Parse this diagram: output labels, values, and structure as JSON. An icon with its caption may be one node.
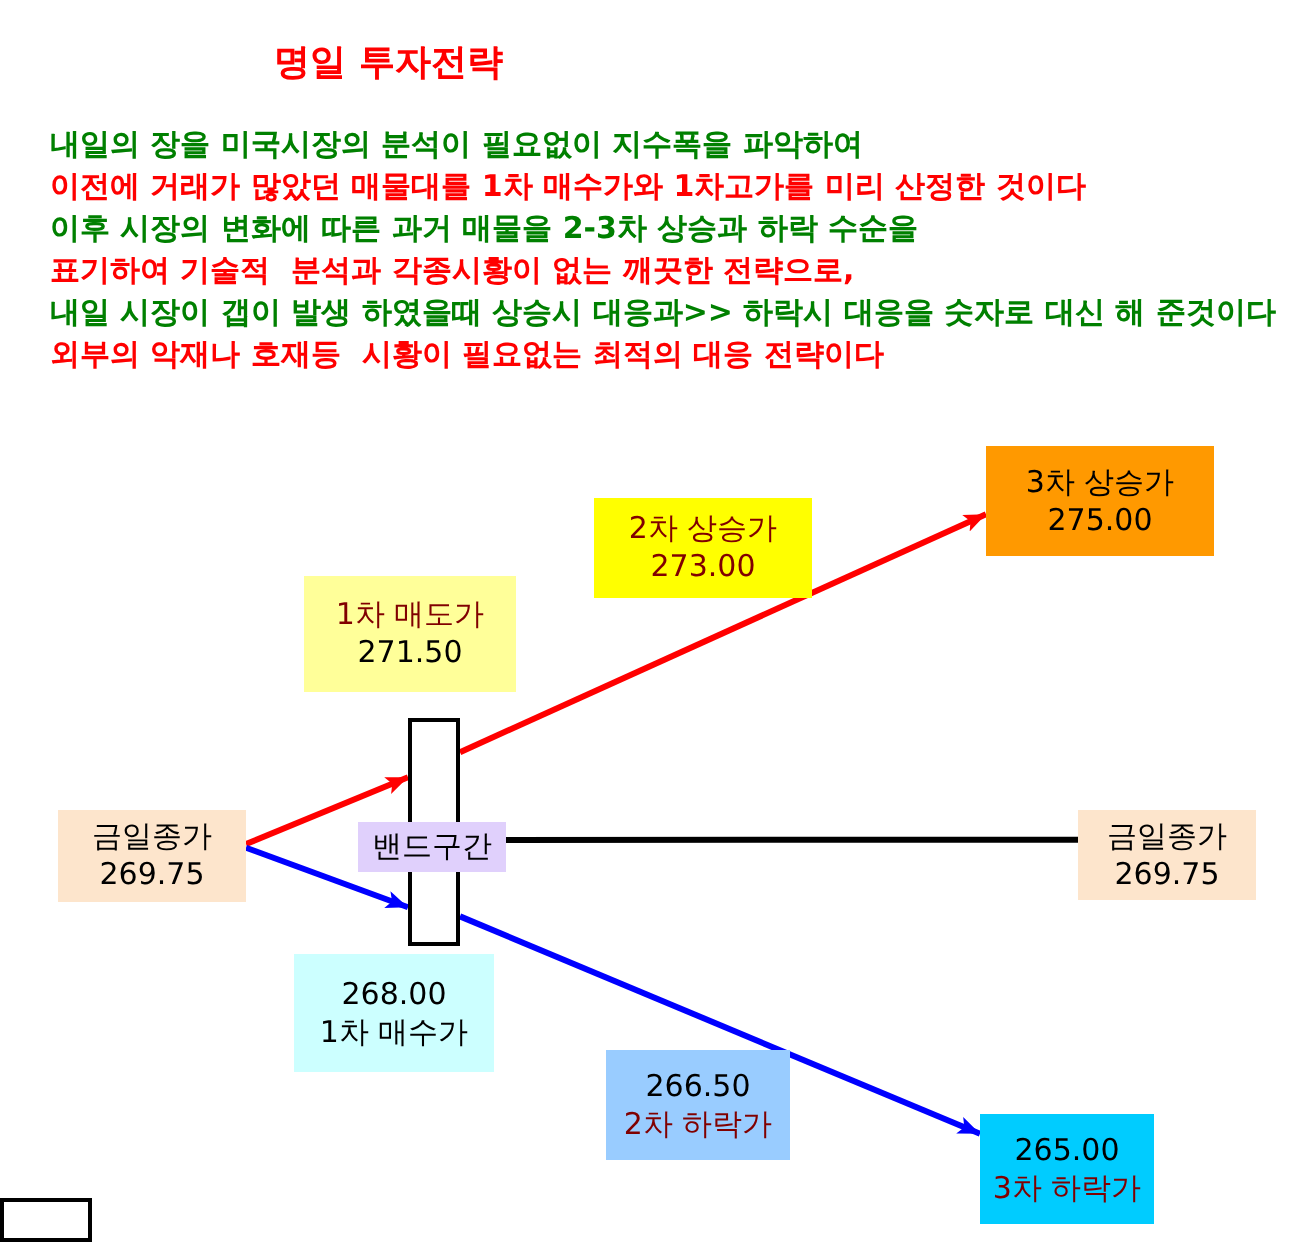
{
  "diagram": {
    "title": "명일 투자전략",
    "nodes": [
      {
        "text": [
          "3차 상승가",
          "275.00"
        ]
      },
      {
        "text": [
          "2차 상승가",
          "273.00"
        ]
      },
      {
        "text": [
          "1차 매도가",
          "271.50"
        ]
      },
      {
        "text": [],
        "shape": "box"
      },
      {
        "text": [
          "금일종가",
          "269.75"
        ]
      },
      {
        "text": [
          "밴드구간"
        ]
      },
      {
        "text": [
          "금일종가",
          "269.75"
        ]
      },
      {
        "text": [
          "268.00",
          "1차 매수가"
        ]
      },
      {
        "text": [
          "266.50",
          "2차 하락가"
        ]
      },
      {
        "text": [
          "265.00",
          "3차 하락가"
        ]
      }
    ],
    "edges": [
      {
        "from": 4,
        "to": 3,
        "arrow": "to",
        "color": "#ff0000"
      },
      {
        "from": 3,
        "to": 0,
        "arrow": "to",
        "color": "#ff0000"
      },
      {
        "from": 4,
        "to": 3,
        "arrow": "to",
        "color": "#0000ff"
      },
      {
        "from": 3,
        "to": 9,
        "arrow": "to",
        "color": "#0000ff"
      },
      {
        "from": 5,
        "to": 6,
        "arrow": "none",
        "color": "#000000"
      }
    ],
    "labels": [
      "내일의 장을 미국시장의 분석이 필요없이 지수폭을 파악하여",
      "이전에 거래가 많았던 매물대를 1차 매수가와 1차고가를 미리 산정한 것이다",
      "이후 시장의 변화에 따른 과거 매물을 2-3차 상승과 하락 수순을",
      "표기하여 기술적  분석과 각종시황이 없는 깨끗한 전략으로,",
      "내일 시장이 갭이 발생 하였을때 상승시 대응과>> 하락시 대응을 숫자로 대신 해 준것이다",
      "외부의 악재나 호재등  시황이 필요없는 최적의 대응 전략이다"
    ]
  }
}
